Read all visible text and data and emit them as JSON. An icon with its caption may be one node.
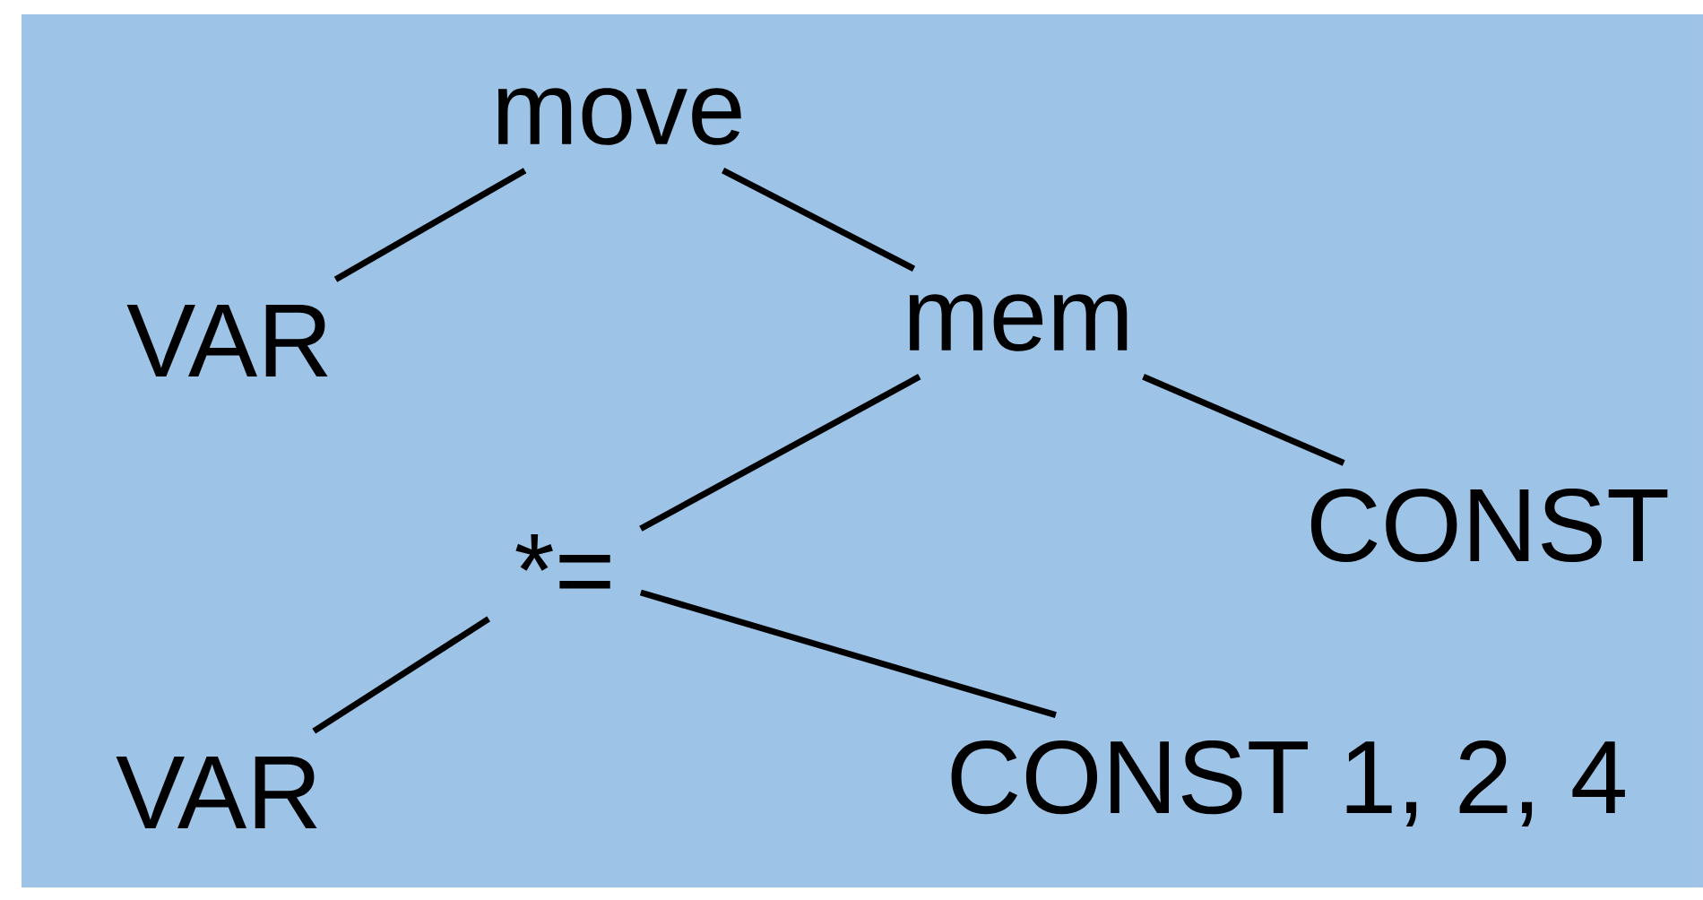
{
  "diagram": {
    "nodes": [
      {
        "text": [
          "move"
        ]
      },
      {
        "text": [
          "VAR"
        ]
      },
      {
        "text": [
          "mem"
        ]
      },
      {
        "text": [
          "*="
        ]
      },
      {
        "text": [
          "CONST"
        ]
      },
      {
        "text": [
          "VAR"
        ]
      },
      {
        "text": [
          "CONST 1, 2, 4"
        ]
      }
    ],
    "edges": [
      {
        "from": 0,
        "to": 1,
        "arrow": "none"
      },
      {
        "from": 0,
        "to": 2,
        "arrow": "none"
      },
      {
        "from": 2,
        "to": 3,
        "arrow": "none"
      },
      {
        "from": 2,
        "to": 4,
        "arrow": "none"
      },
      {
        "from": 3,
        "to": 5,
        "arrow": "none"
      },
      {
        "from": 3,
        "to": 6,
        "arrow": "none"
      }
    ]
  }
}
